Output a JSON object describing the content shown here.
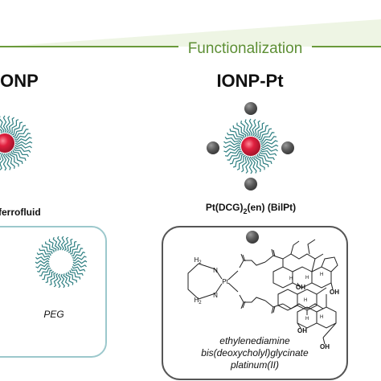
{
  "banner": {
    "label": "Functionalization",
    "color": "#6a9a3a"
  },
  "left": {
    "title": "IONP",
    "caption": "ferrofluid",
    "box_label": "PEG",
    "box_border_color": "#9cc8cc"
  },
  "right": {
    "title": "IONP-Pt",
    "caption_prefix": "Pt(DCG)",
    "caption_sub": "2",
    "caption_suffix": "(en) (BilPt)",
    "box_name_line1": "ethylenediamine",
    "box_name_line2": "bis(deoxycholyl)glycinate",
    "box_name_line3": "platinum(II)",
    "box_border_color": "#555555",
    "structure_labels": {
      "h2_top": "H",
      "h2_top_sub": "2",
      "n_top": "N",
      "pt": "Pt",
      "h2_bot": "H",
      "h2_bot_sub": "2",
      "n_bot": "N",
      "oh1": "OH",
      "oh2": "OH",
      "oh3": "OH",
      "oh4": "OH",
      "h_labels": [
        "H",
        "H",
        "H",
        "H",
        "H",
        "H"
      ]
    }
  },
  "colors": {
    "core": "#d81e3c",
    "shell": "#2f7f82",
    "pt_atom": "#5a5a5a"
  }
}
